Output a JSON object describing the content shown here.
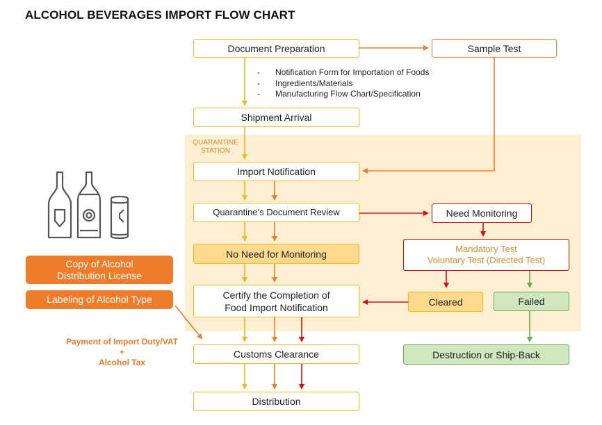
{
  "title": "ALCOHOL BEVERAGES IMPORT FLOW CHART",
  "zone_label": "QUARANTINE STATION",
  "nodes": {
    "document_preparation": "Document Preparation",
    "sample_test": "Sample Test",
    "shipment_arrival": "Shipment Arrival",
    "import_notification": "Import Notification",
    "document_review": "Quarantine’s Document Review",
    "need_monitoring": "Need Monitoring",
    "no_need_monitoring": "No Need for Monitoring",
    "mandatory_test": "Mandatory Test",
    "voluntary_test": "Voluntary Test (Directed Test)",
    "certify_line1": "Certify the Completion of",
    "certify_line2": "Food Import Notification",
    "cleared": "Cleared",
    "failed": "Failed",
    "customs_clearance": "Customs Clearance",
    "destruction": "Destruction or Ship-Back",
    "distribution": "Distribution"
  },
  "required_documents": [
    {
      "dash": "-",
      "text": "Notification Form for Importation of Foods"
    },
    {
      "dash": "-",
      "text": "Ingredients/Materials"
    },
    {
      "dash": "-",
      "text": "Manufacturing Flow Chart/Specification"
    }
  ],
  "side_requirements": {
    "license_line1": "Copy of Alcohol",
    "license_line2": "Distribution License",
    "labeling": "Labeling of Alcohol Type"
  },
  "payment": {
    "line1": "Payment of Import Duty/VAT",
    "plus": "+",
    "line2": "Alcohol Tax"
  },
  "icons": [
    "wine-bottle-icon",
    "beer-bottle-icon",
    "beverage-can-icon"
  ],
  "colors": {
    "yellow": "#f5b623",
    "orange": "#ee7c2b",
    "red": "#d40d0d",
    "green": "#6aa84f",
    "zone": "#fdf0d2"
  }
}
